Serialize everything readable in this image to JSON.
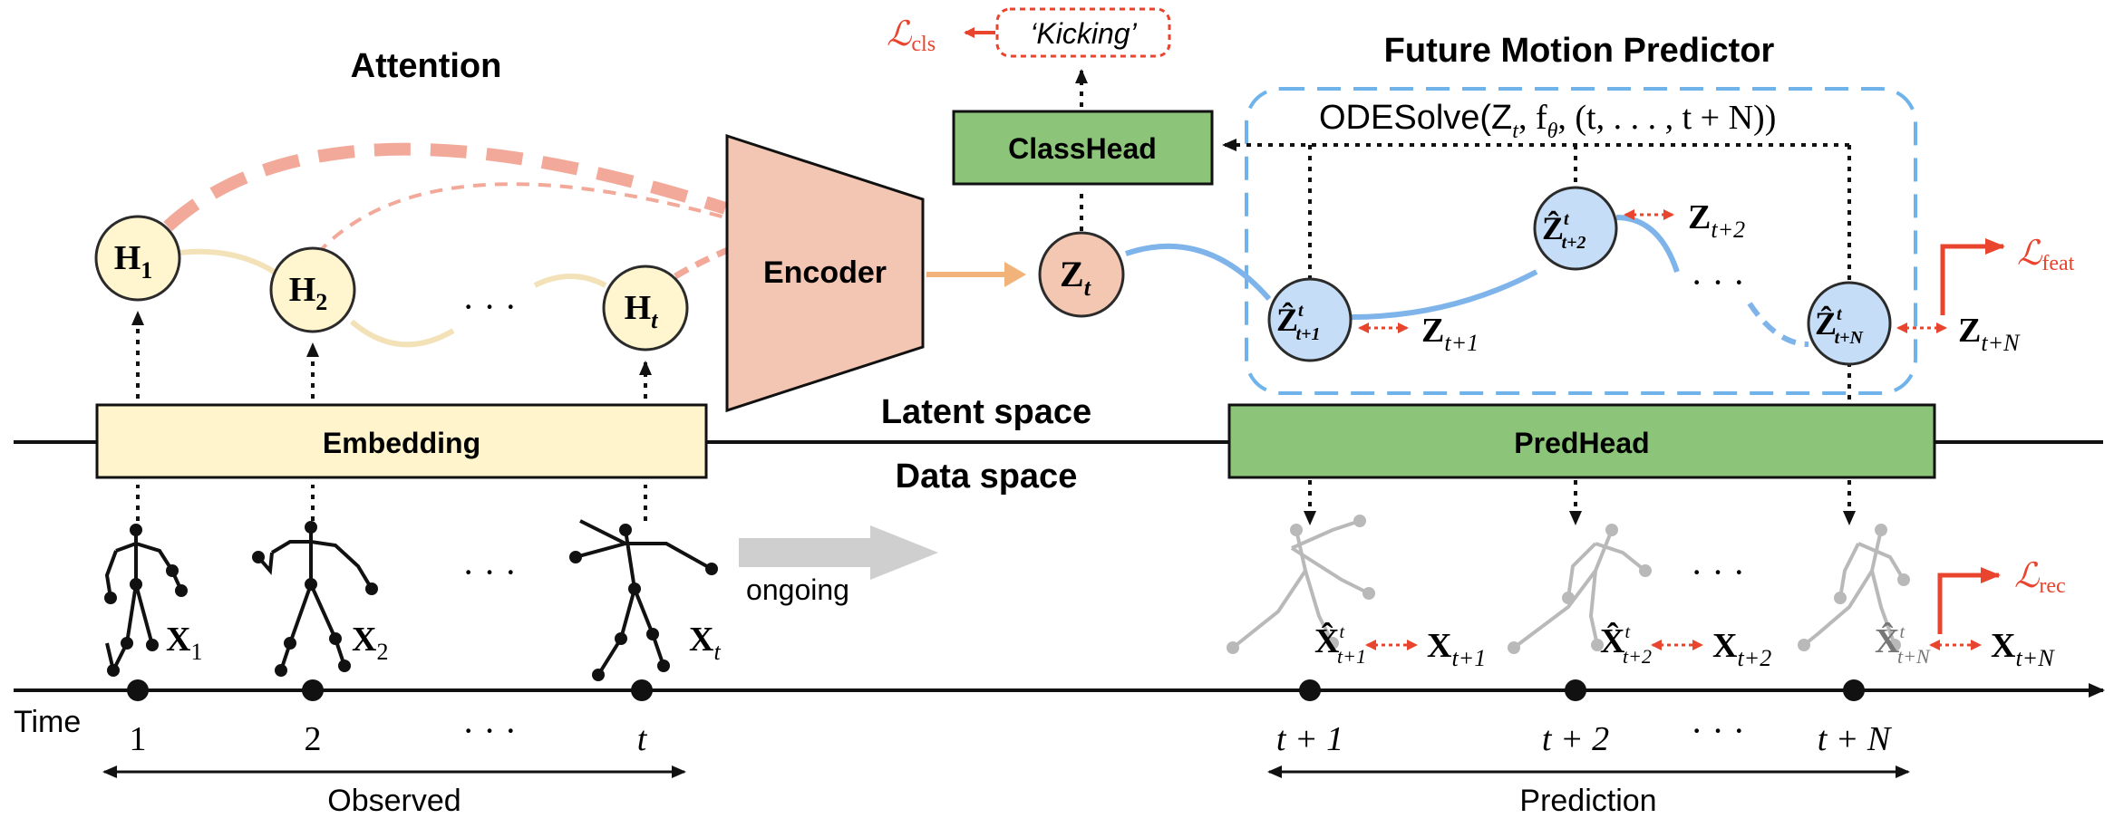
{
  "colors": {
    "attention": "#f2a999",
    "hidden_fill": "#fff6cf",
    "hidden_stroke": "#2b2b2b",
    "embedding_fill": "#fff4cc",
    "encoder_fill": "#f2c6b3",
    "latent_fill": "#f4c7b2",
    "pred_fill": "#c5ddf7",
    "head_fill": "#8cc47a",
    "trajectory": "#7fb4ea",
    "predictor_box": "#6fb3ea",
    "loss": "#e8442e",
    "future_skeleton": "#b9b9b9",
    "ongoing_arrow": "#cfcfcf"
  },
  "labels": {
    "attention": "Attention",
    "encoder": "Encoder",
    "embedding": "Embedding",
    "classhead": "ClassHead",
    "predhead": "PredHead",
    "latent_space": "Latent space",
    "data_space": "Data space",
    "future_motion_predictor": "Future Motion Predictor",
    "ode_solve": "ODESolve(Z",
    "ode_solve_tail": ", f",
    "ode_solve_args": ", (t, . . . , t + N))",
    "ongoing": "ongoing",
    "time": "Time",
    "observed": "Observed",
    "prediction": "Prediction",
    "kicking": "‘Kicking’",
    "ellipsis": "· · ·"
  },
  "losses": {
    "cls": "cls",
    "feat": "feat",
    "rec": "rec",
    "symbol": "ℒ"
  },
  "hidden_states": [
    {
      "base": "H",
      "sub": "1"
    },
    {
      "base": "H",
      "sub": "2"
    },
    {
      "base": "H",
      "sub": "t"
    }
  ],
  "latent": {
    "base": "Z",
    "sub": "t"
  },
  "predicted_latents": [
    {
      "base": "Ẑ",
      "sup": "t",
      "sub": "t+1",
      "target": "Z",
      "target_sub": "t+1"
    },
    {
      "base": "Ẑ",
      "sup": "t",
      "sub": "t+2",
      "target": "Z",
      "target_sub": "t+2"
    },
    {
      "base": "Ẑ",
      "sup": "t",
      "sub": "t+N",
      "target": "Z",
      "target_sub": "t+N"
    }
  ],
  "observed_inputs": [
    {
      "base": "X",
      "sub": "1"
    },
    {
      "base": "X",
      "sub": "2"
    },
    {
      "base": "X",
      "sub": "t"
    }
  ],
  "predicted_outputs": [
    {
      "base": "X̂",
      "sup": "t",
      "sub": "t+1",
      "target": "X",
      "target_sub": "t+1"
    },
    {
      "base": "X̂",
      "sup": "t",
      "sub": "t+2",
      "target": "X",
      "target_sub": "t+2"
    },
    {
      "base": "X̂",
      "sup": "t",
      "sub": "t+N",
      "target": "X",
      "target_sub": "t+N"
    }
  ],
  "time_ticks": [
    "1",
    "2",
    "t",
    "t + 1",
    "t + 2",
    "t + N"
  ],
  "ode_symbols": {
    "z_sub": "t",
    "f_sub": "θ"
  }
}
